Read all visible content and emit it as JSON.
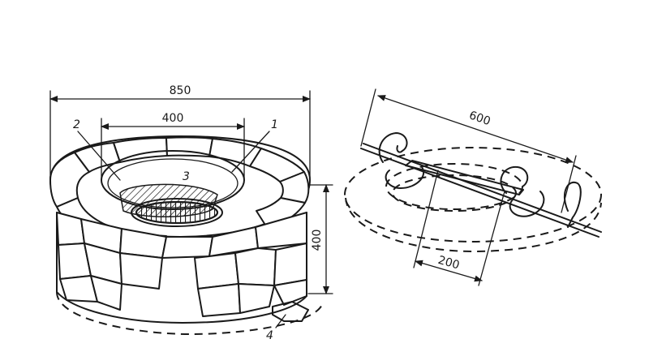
{
  "fire_pit": {
    "dim_outer_diameter": "850",
    "dim_inner_diameter": "400",
    "dim_height": "400",
    "callout_1": "1",
    "callout_2": "2",
    "callout_3": "3",
    "callout_4": "4"
  },
  "spit_stand": {
    "dim_spit_length": "600",
    "dim_stand_spacing": "200"
  }
}
